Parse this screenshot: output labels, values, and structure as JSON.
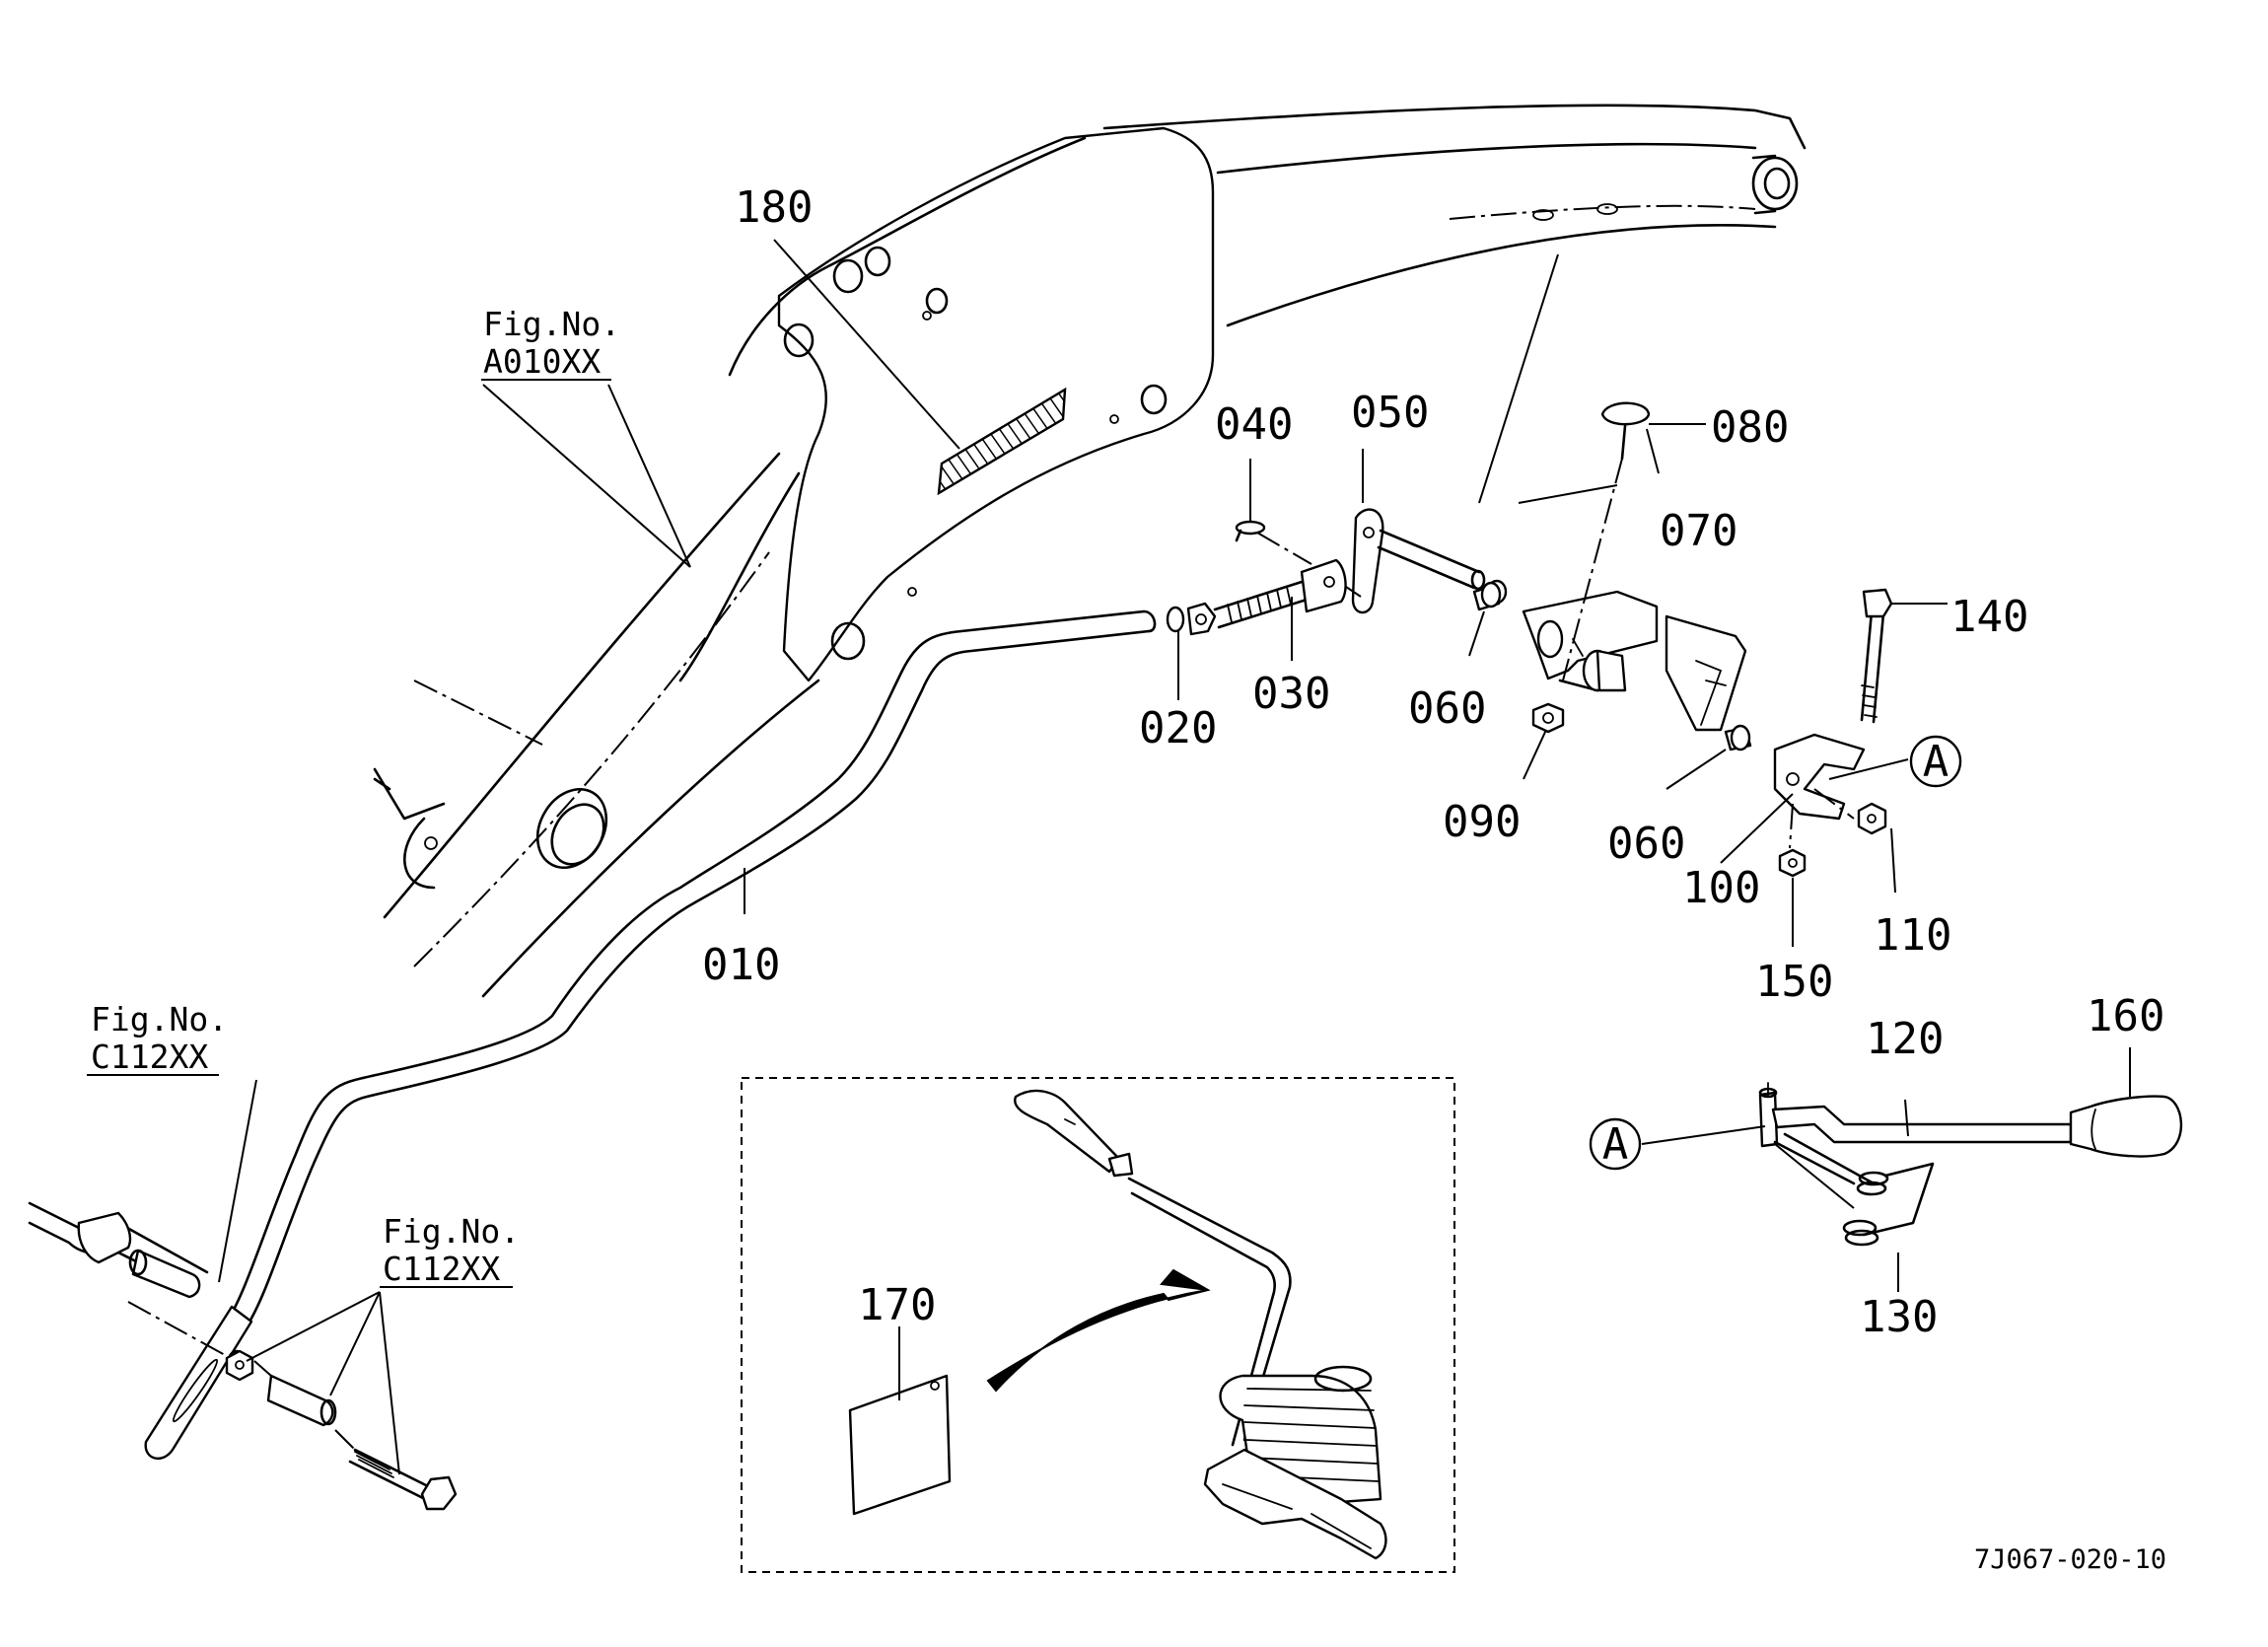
{
  "labels": {
    "p010": "010",
    "p020": "020",
    "p030": "030",
    "p040": "040",
    "p050": "050",
    "p060a": "060",
    "p060b": "060",
    "p070": "070",
    "p080": "080",
    "p090": "090",
    "p100": "100",
    "p110": "110",
    "p120": "120",
    "p130": "130",
    "p140": "140",
    "p150": "150",
    "p160": "160",
    "p170": "170",
    "p180": "180"
  },
  "references": {
    "fig_a010_line1": "Fig.No.",
    "fig_a010_line2": "A010XX",
    "fig_c112_left_line1": "Fig.No.",
    "fig_c112_left_line2": "C112XX",
    "fig_c112_right_line1": "Fig.No.",
    "fig_c112_right_line2": "C112XX"
  },
  "callouts": {
    "a1": "A",
    "a2": "A"
  },
  "drawing_code": "7J067-020-10"
}
